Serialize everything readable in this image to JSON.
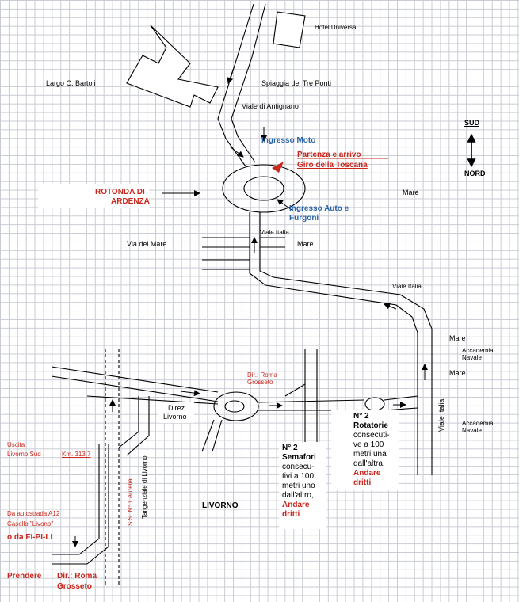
{
  "labels": {
    "hotel": "Hotel Universal",
    "largo": "Largo C. Bartoli",
    "spiaggia": "Spiaggia dei Tre Ponti",
    "antignano": "Viale di Antignano",
    "ingresso_moto": "Ingresso Moto",
    "partenza_1": "Partenza e arrivo",
    "partenza_2": "Giro della Toscana",
    "rotonda_1": "ROTONDA DI",
    "rotonda_2": "ARDENZA",
    "ingresso_auto_1": "Ingresso Auto e",
    "ingresso_auto_2": "Furgoni",
    "sud": "SUD",
    "nord": "NORD",
    "mare_1": "Mare",
    "mare_2": "Mare",
    "mare_3": "Mare",
    "mare_4": "Mare",
    "viale_italia_1": "Viale  Italia",
    "viale_italia_2": "Viale  Italia",
    "viale_italia_3": "Viale Italia",
    "via_del_mare": "Via del Mare",
    "accademia_1a": "Accademia",
    "accademia_1b": "Navale",
    "accademia_2a": "Accademia",
    "accademia_2b": "Navale",
    "dir_roma_1": "Dir.: Roma",
    "dir_roma_2": "Grosseto",
    "direz_1": "Direz.",
    "direz_2": "Livorno",
    "uscita_1": "Uscita",
    "uscita_2": "Livorno Sud",
    "km": "Km. 313,7",
    "rot2_1": "N° 2",
    "rot2_2": "Rotatorie",
    "rot2_3": "consecuti-",
    "rot2_4": "ve a 100",
    "rot2_5": "metri una",
    "rot2_6": "dall'altra,",
    "rot2_7": "Andare",
    "rot2_8": "dritti",
    "sem_1": "N° 2",
    "sem_2": "Semafori",
    "sem_3": "consecu-",
    "sem_4": "tivi a 100",
    "sem_5": "metri uno",
    "sem_6": "dall'altro,",
    "sem_7": "Andare",
    "sem_8": "dritti",
    "livorno": "LIVORNO",
    "aurelia": "S.S. N° 1 Aurelia",
    "tangenziale": "Tangenziale di Livorno",
    "autostrada_1": "Da autostrada  A12",
    "autostrada_2": "Casello  \"Livono\"",
    "fipili": "o da FI-PI-LI",
    "prendere": "Prendere",
    "dir_bottom_1": "Dir.: Roma",
    "dir_bottom_2": "Grosseto"
  },
  "colors": {
    "accent_red": "#c8281e",
    "accent_blue": "#2a63a8",
    "grid": "#c9ccd4"
  }
}
